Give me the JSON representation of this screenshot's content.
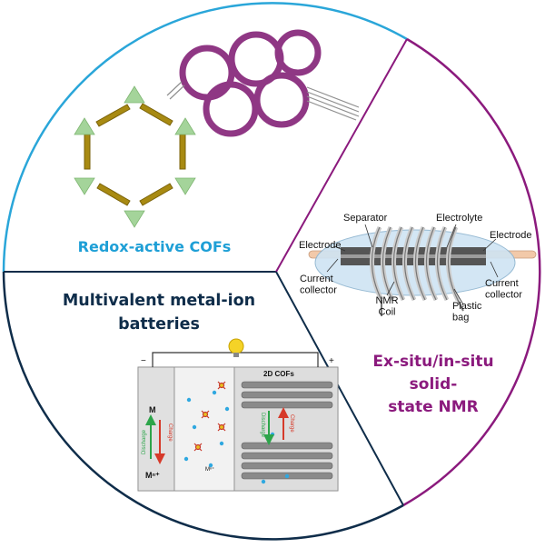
{
  "sections": {
    "cof": {
      "title": "Redox-active COFs"
    },
    "battery": {
      "title": "Multivalent metal-ion\nbatteries"
    },
    "nmr": {
      "title": "Ex-situ/in-situ solid-\nstate NMR"
    }
  },
  "nmr_diagram": {
    "separator": "Separator",
    "electrolyte": "Electrolyte",
    "electrode_left": "Electrode",
    "electrode_right": "Electrode",
    "current_collector_left": "Current\ncollector",
    "current_collector_right": "Current\ncollector",
    "nmr_coil": "NMR\nCoil",
    "plastic_bag": "Plastic\nbag"
  },
  "battery_diagram": {
    "minus": "−",
    "plus": "+",
    "cof_label": "2D COFs",
    "m_label": "M",
    "mn_label": "Mⁿ⁺",
    "mn_small": "Mⁿ⁺",
    "discharge_left": "Discharge",
    "charge_left": "Charge",
    "discharge_right": "Discharge",
    "charge_right": "Charge"
  },
  "colors": {
    "circle_cof": "#2aa6d9",
    "circle_battery": "#0f2d4a",
    "circle_nmr": "#8b1a7d",
    "rod": "#a88a12",
    "triangle": "#a4d49a",
    "molecule": "#8a2d7e"
  }
}
